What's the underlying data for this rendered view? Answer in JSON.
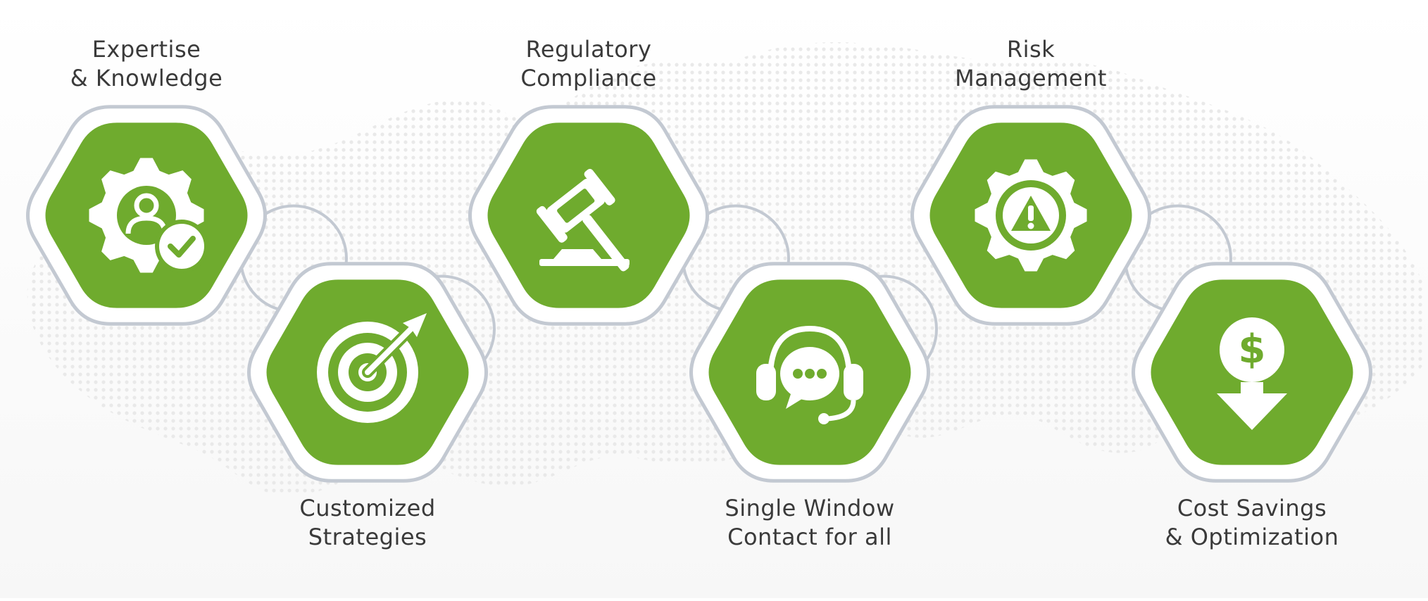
{
  "colors": {
    "accent_green": "#6fab2e",
    "outline_gray": "#c3c9d2",
    "icon_white": "#ffffff",
    "text": "#3a3a3a",
    "map_dots": "#e6e6e6"
  },
  "features": [
    {
      "line1": "Expertise",
      "line2": "& Knowledge",
      "icon": "gear-user-check-icon"
    },
    {
      "line1": "Customized",
      "line2": "Strategies",
      "icon": "target-arrow-icon"
    },
    {
      "line1": "Regulatory",
      "line2": "Compliance",
      "icon": "gavel-icon"
    },
    {
      "line1": "Single Window",
      "line2": "Contact for all",
      "icon": "headset-chat-icon"
    },
    {
      "line1": "Risk",
      "line2": "Management",
      "icon": "gear-warning-icon"
    },
    {
      "line1": "Cost Savings",
      "line2": "& Optimization",
      "icon": "dollar-down-arrow-icon"
    }
  ]
}
